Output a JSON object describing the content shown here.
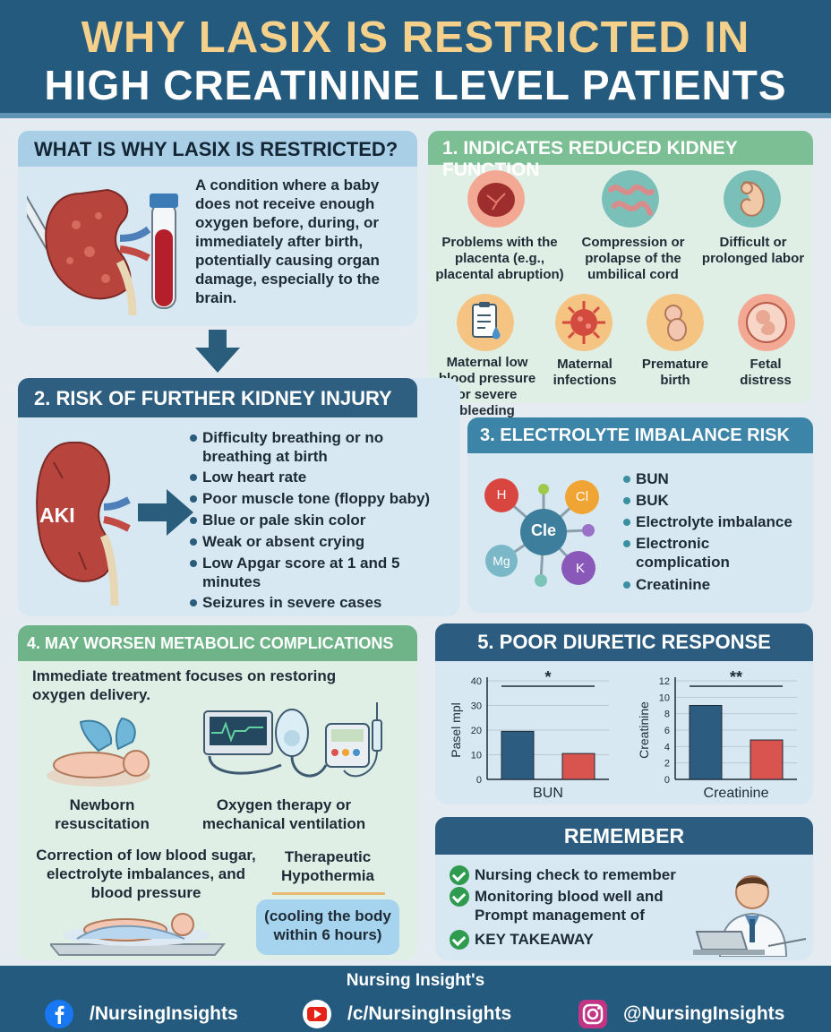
{
  "header": {
    "title_line1": "WHY LASIX IS RESTRICTED IN",
    "title_line2": "HIGH CREATININE LEVEL PATIENTS"
  },
  "what_is": {
    "title": "WHAT IS WHY LASIX IS RESTRICTED?",
    "text": "A condition where a baby does not receive enough oxygen before, during, or immediately after birth, potentially causing organ damage, especially to the brain."
  },
  "section1": {
    "title": "1. INDICATES REDUCED KIDNEY FUNCTION",
    "causes": [
      {
        "label": "Problems with the placenta (e.g., placental abruption)",
        "icon": "placenta-icon"
      },
      {
        "label": "Compression or prolapse of the umbilical cord",
        "icon": "umbilical-cord-icon"
      },
      {
        "label": "Difficult or prolonged labor",
        "icon": "labor-icon"
      },
      {
        "label": "Maternal low blood pressure or severe bleeding",
        "icon": "clipboard-icon"
      },
      {
        "label": "Maternal infections",
        "icon": "virus-icon"
      },
      {
        "label": "Premature birth",
        "icon": "premature-baby-icon"
      },
      {
        "label": "Fetal distress",
        "icon": "fetus-icon"
      }
    ]
  },
  "section2": {
    "title": "2. RISK OF FURTHER KIDNEY INJURY",
    "badge": "AKI",
    "symptoms": [
      "Difficulty breathing or no breathing at birth",
      "Low heart rate",
      "Poor muscle tone (floppy baby)",
      "Blue or pale skin color",
      "Weak or absent crying",
      "Low Apgar score at 1 and 5 minutes",
      "Seizures in severe cases"
    ]
  },
  "section3": {
    "title": "3. ELECTROLYTE IMBALANCE RISK",
    "molecule": {
      "center": "Cle",
      "h": "H",
      "cl": "Cl",
      "mg": "Mg",
      "k": "K"
    },
    "items": [
      "BUN",
      "BUK",
      "Electrolyte imbalance",
      "Electronic complication",
      "Creatinine"
    ]
  },
  "section4": {
    "title": "4. MAY WORSEN METABOLIC COMPLICATIONS",
    "intro": "Immediate treatment focuses on restoring oxygen delivery.",
    "resuscitation": "Newborn resuscitation",
    "oxygen": "Oxygen therapy or mechanical ventilation",
    "correction": "Correction of low blood sugar, electrolyte imbalances, and blood pressure",
    "hypothermia": "Therapeutic Hypothermia",
    "cooling": "(cooling the body within 6 hours)"
  },
  "section5": {
    "title": "5. POOR DIURETIC RESPONSE"
  },
  "chart_data": [
    {
      "type": "bar",
      "categories": [
        "",
        ""
      ],
      "values": [
        19.5,
        10.5
      ],
      "colors": [
        "#2c5c80",
        "#d9534f"
      ],
      "xlabel": "BUN",
      "ylabel": "Pasel mpl",
      "ylim": [
        0,
        40
      ],
      "yticks": [
        "0",
        "10",
        "20",
        "30",
        "40"
      ],
      "significance": "*",
      "grid": true
    },
    {
      "type": "bar",
      "categories": [
        "",
        ""
      ],
      "values": [
        9,
        4.8
      ],
      "colors": [
        "#2c5c80",
        "#d9534f"
      ],
      "xlabel": "Creatinine",
      "ylabel": "Creatinine",
      "ylim": [
        0,
        12
      ],
      "yticks": [
        "0",
        "2",
        "4",
        "6",
        "8",
        "10",
        "12"
      ],
      "significance": "**",
      "grid": true
    }
  ],
  "remember": {
    "title": "REMEMBER",
    "items": [
      "Nursing check to remember",
      "Monitoring blood well and Prompt management of",
      "KEY TAKEAWAY"
    ]
  },
  "footer": {
    "brand": "Nursing Insight's",
    "facebook": "/NursingInsights",
    "youtube": "/c/NursingInsights",
    "instagram": "@NursingInsights"
  }
}
